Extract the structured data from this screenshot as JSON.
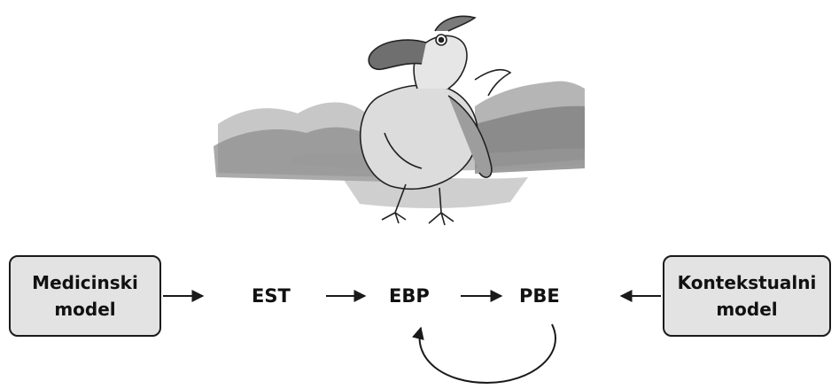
{
  "boxes": {
    "medicinski": {
      "line1": "Medicinski",
      "line2": "model"
    },
    "kontekstualni": {
      "line1": "Kontekstualni",
      "line2": "model"
    }
  },
  "nodes": {
    "est": "EST",
    "ebp": "EBP",
    "pbe": "PBE"
  },
  "colors": {
    "box_fill": "#e3e3e3",
    "stroke": "#1a1a1a",
    "text": "#111111"
  },
  "illustration": {
    "subject": "dodo bird sketch in front of watercolor hills"
  }
}
